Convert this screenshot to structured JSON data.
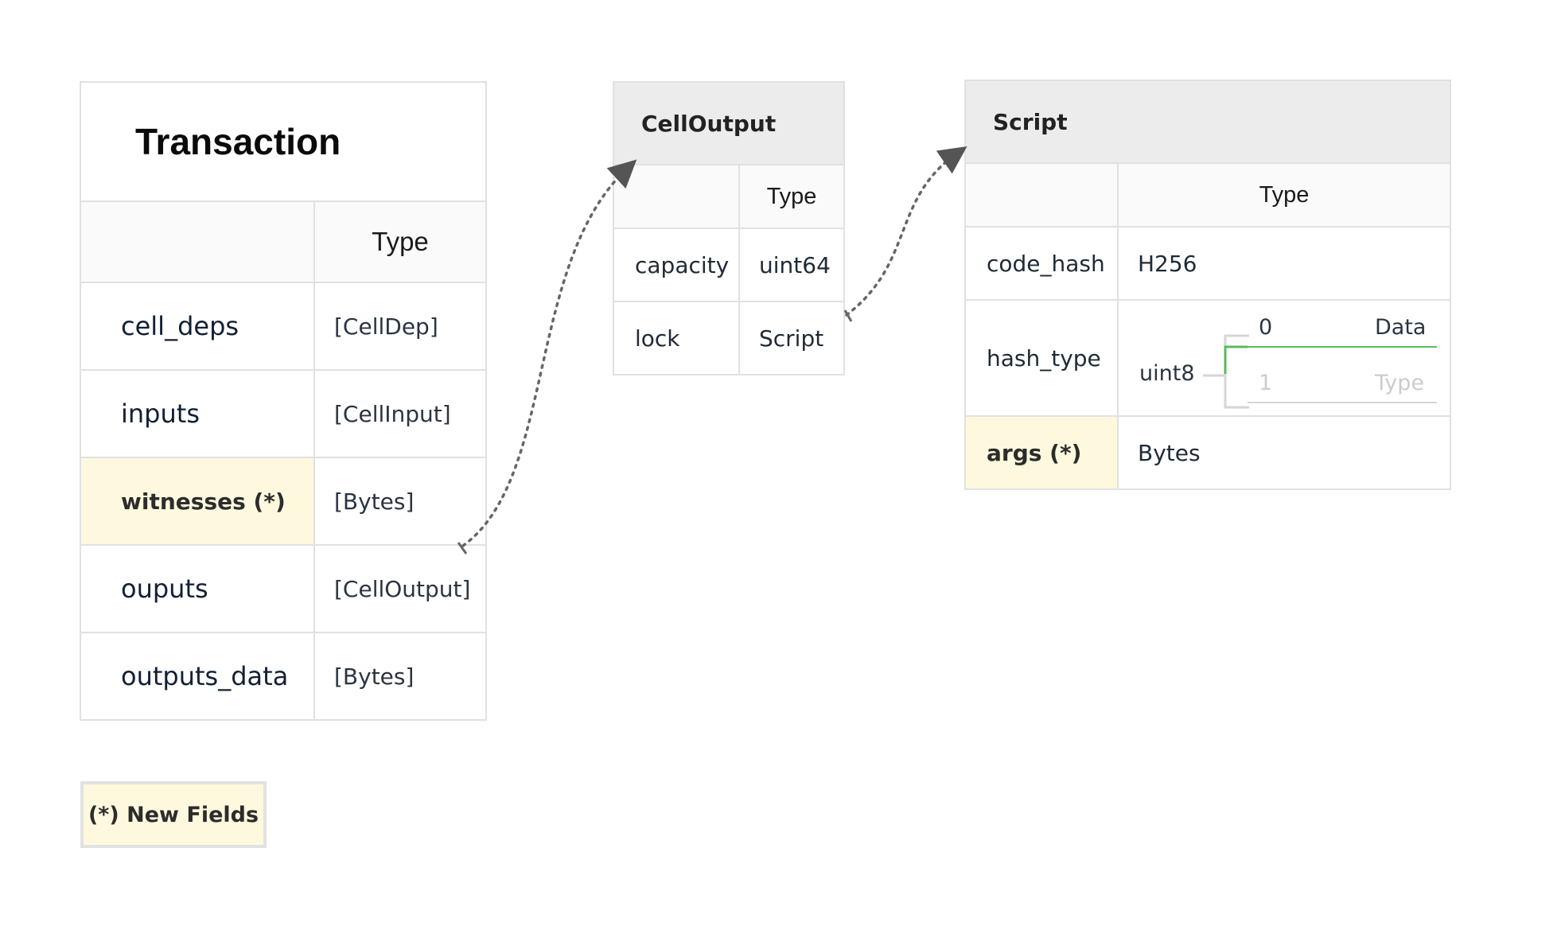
{
  "transaction": {
    "title": "Transaction",
    "type_header": "Type",
    "rows": [
      {
        "field": "cell_deps",
        "type": "[CellDep]",
        "new": false
      },
      {
        "field": "inputs",
        "type": "[CellInput]",
        "new": false
      },
      {
        "field": "witnesses (*)",
        "type": "[Bytes]",
        "new": true
      },
      {
        "field": "ouputs",
        "type": "[CellOutput]",
        "new": false
      },
      {
        "field": "outputs_data",
        "type": "[Bytes]",
        "new": false
      }
    ]
  },
  "cell_output": {
    "title": "CellOutput",
    "type_header": "Type",
    "rows": [
      {
        "field": "capacity",
        "type": "uint64"
      },
      {
        "field": "lock",
        "type": "Script"
      }
    ]
  },
  "script": {
    "title": "Script",
    "type_header": "Type",
    "code_hash": {
      "field": "code_hash",
      "type": "H256"
    },
    "hash_type": {
      "field": "hash_type",
      "type": "uint8",
      "options": [
        {
          "value": "0",
          "label": "Data",
          "active": true
        },
        {
          "value": "1",
          "label": "Type",
          "active": false
        }
      ]
    },
    "args": {
      "field": "args (*)",
      "type": "Bytes",
      "new": true
    }
  },
  "legend": {
    "label": "(*) New Fields"
  },
  "colors": {
    "new_field_bg": "#fef9de",
    "header_bg": "#ececec",
    "active_bracket": "#5cb85c",
    "inactive": "#d6d6d6"
  }
}
